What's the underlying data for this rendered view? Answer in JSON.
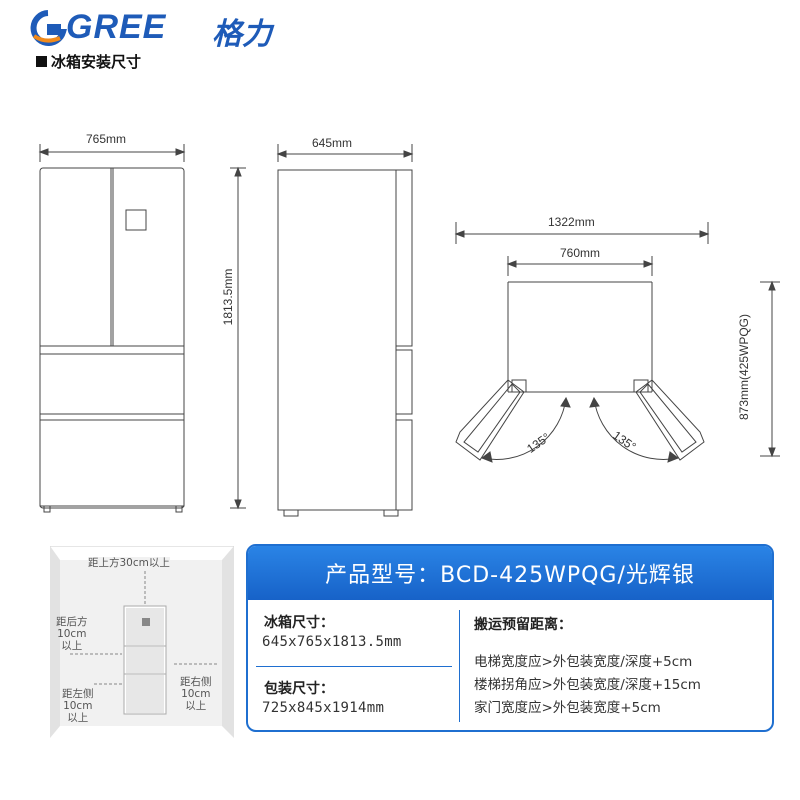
{
  "brand": {
    "logo_text": "GREE",
    "logo_cn": "格力",
    "section_title": "冰箱安装尺寸"
  },
  "front_view": {
    "width_label": "765mm",
    "height_label": "1813.5mm"
  },
  "side_view": {
    "depth_label": "645mm"
  },
  "top_view": {
    "open_width_label": "1322mm",
    "body_width_label": "760mm",
    "open_depth_label": "873mm(425WPQG)",
    "angle_left": "135°",
    "angle_right": "135°"
  },
  "clearance": {
    "top": "距上方30cm以上",
    "back": [
      "距后方",
      "10cm",
      "以上"
    ],
    "left": [
      "距左侧",
      "10cm",
      "以上"
    ],
    "right": [
      "距右侧",
      "10cm",
      "以上"
    ]
  },
  "spec_card": {
    "header_label": "产品型号：",
    "header_value": "BCD-425WPQG/光辉银",
    "fridge_size_label": "冰箱尺寸：",
    "fridge_size_value": "645x765x1813.5mm",
    "package_size_label": "包装尺寸：",
    "package_size_value": "725x845x1914mm",
    "transport_label": "搬运预留距离：",
    "transport_lines": [
      "电梯宽度应>外包装宽度/深度+5cm",
      "楼梯拐角应>外包装宽度/深度+15cm",
      "家门宽度应>外包装宽度+5cm"
    ]
  },
  "colors": {
    "brand_blue": "#1e5bb8",
    "logo_orange": "#f08a1c",
    "card_blue": "#1f6fd0"
  }
}
